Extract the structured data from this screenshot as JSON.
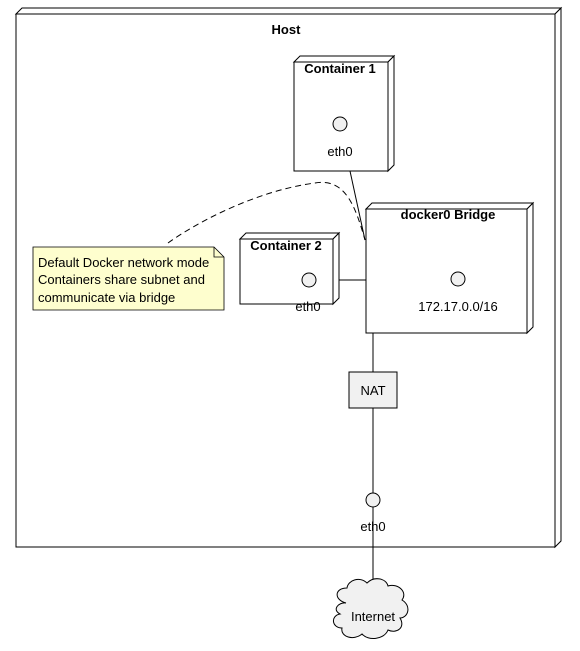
{
  "host": {
    "title": "Host"
  },
  "container1": {
    "title": "Container 1",
    "iface": "eth0"
  },
  "container2": {
    "title": "Container 2",
    "iface": "eth0"
  },
  "bridge": {
    "title": "docker0 Bridge",
    "subnet": "172.17.0.0/16"
  },
  "nat": {
    "label": "NAT"
  },
  "host_iface": {
    "label": "eth0"
  },
  "internet": {
    "label": "Internet"
  },
  "note": {
    "lines": [
      "Default Docker network mode",
      "Containers share subnet and",
      "communicate via bridge"
    ]
  },
  "colors": {
    "note_fill": "#FEFECE",
    "node_fill": "#F1F1F1",
    "stroke": "#000000"
  }
}
